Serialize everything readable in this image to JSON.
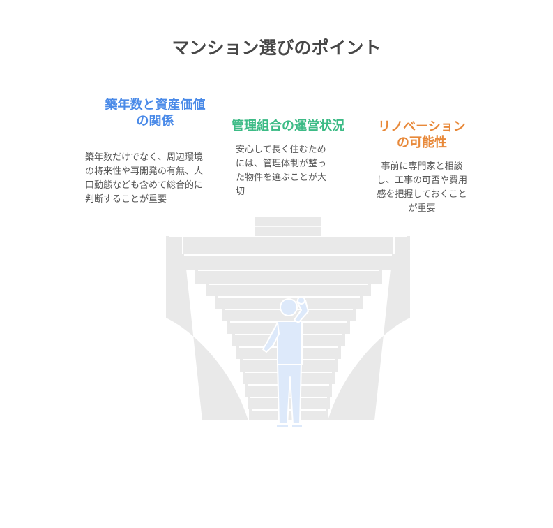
{
  "title": "マンション選びのポイント",
  "colors": {
    "blue": "#4a8ae8",
    "green": "#3dbb86",
    "orange": "#e8893a",
    "stairs": "#e9e9e9",
    "stair_edge": "#ffffff",
    "person": "#dde9fa",
    "person_outline": "#ffffff"
  },
  "points": [
    {
      "heading": [
        "築年数と資産価値",
        "の関係"
      ],
      "body": [
        "築年数だけでなく、周辺環境",
        "の将来性や再開発の有無、人",
        "口動態なども含めて総合的に",
        "判断することが重要"
      ]
    },
    {
      "heading": [
        "管理組合の運営状況"
      ],
      "body": [
        "安心して長く住むため",
        "には、管理体制が整っ",
        "た物件を選ぶことが大",
        "切"
      ]
    },
    {
      "heading": [
        "リノベーション",
        "の可能性"
      ],
      "body": [
        "事前に専門家と相談",
        "し、工事の可否や費用",
        "感を把握しておくこと",
        "が重要"
      ]
    }
  ],
  "icons": {
    "stairs": "staircase-icon",
    "person": "thinking-person-icon"
  }
}
